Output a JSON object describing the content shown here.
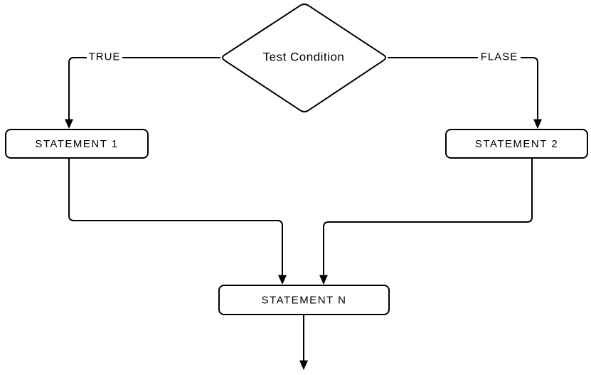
{
  "flowchart": {
    "condition": {
      "label": "Test Condition"
    },
    "branch_true": {
      "label": "TRUE"
    },
    "branch_false": {
      "label": "FLASE"
    },
    "statement1": {
      "label": "STATEMENT 1"
    },
    "statement2": {
      "label": "STATEMENT 2"
    },
    "statementN": {
      "label": "STATEMENT N"
    },
    "colors": {
      "stroke": "#000000",
      "background": "#ffffff",
      "text": "#000000"
    }
  }
}
